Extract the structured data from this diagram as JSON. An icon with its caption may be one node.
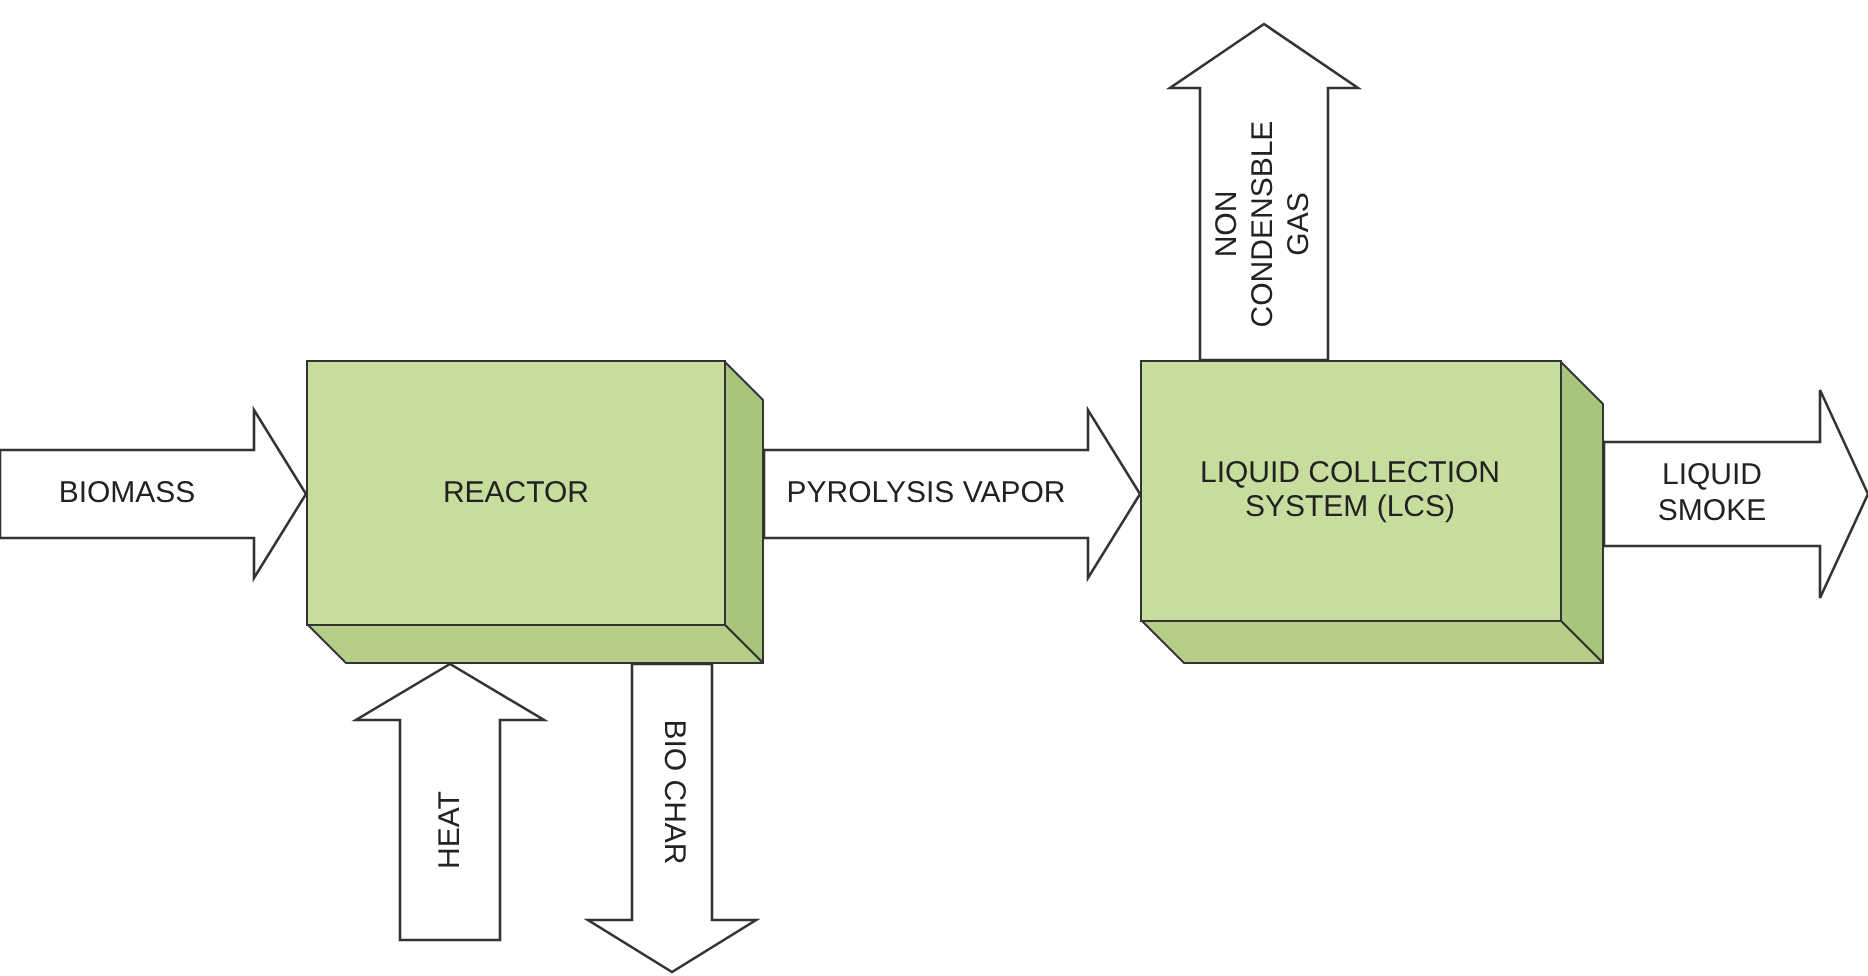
{
  "diagram": {
    "nodes": [
      {
        "text": [
          "REACTOR"
        ]
      },
      {
        "text": [
          "LIQUID COLLECTION SYSTEM (LCS)"
        ]
      }
    ],
    "edges": [
      {
        "from": null,
        "to": 0,
        "arrow": "to",
        "label": "BIOMASS"
      },
      {
        "from": 0,
        "to": 1,
        "arrow": "to",
        "label": "PYROLYSIS VAPOR"
      },
      {
        "from": 1,
        "to": null,
        "arrow": "to",
        "label": "NON CONDENSBLE GAS"
      },
      {
        "from": 1,
        "to": null,
        "arrow": "to",
        "label": "LIQUID SMOKE"
      },
      {
        "from": null,
        "to": 0,
        "arrow": "to",
        "label": "HEAT"
      },
      {
        "from": 0,
        "to": null,
        "arrow": "to",
        "label": "BIO CHAR"
      }
    ]
  }
}
